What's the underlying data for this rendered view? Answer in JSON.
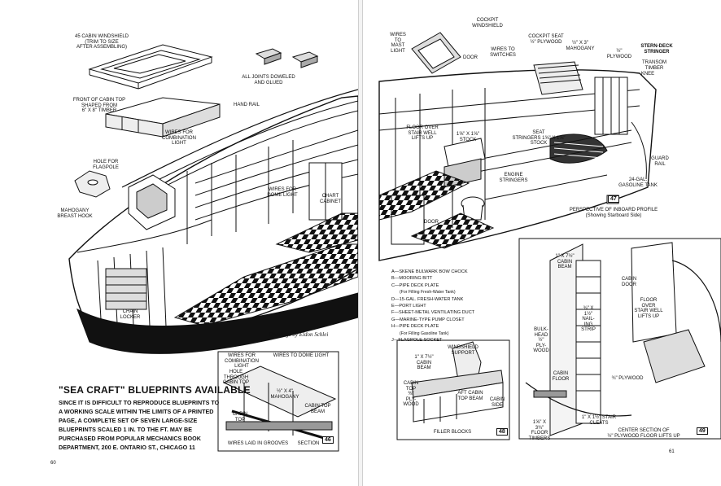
{
  "left_page": {
    "page_number": "60",
    "labels": {
      "cabin_windshield": "45 CABIN WINDSHIELD\n(TRIM TO SIZE\nAFTER ASSEMBLING)",
      "joints": "ALL JOINTS DOWELED\nAND GLUED",
      "front_of_cabin_top": "FRONT OF CABIN TOP\nSHAPED FROM\n6\" X 8\" TIMBER",
      "hand_rail": "HAND RAIL",
      "wires_combination": "WIRES FOR\nCOMBINATION\nLIGHT",
      "hole_flagpole": "HOLE FOR\nFLAGPOLE",
      "wires_dome": "WIRES FOR\nDOME LIGHT",
      "chart_cabinet": "CHART\nCABINET",
      "mahogany_breast_hook": "MAHOGANY\nBREAST HOOK",
      "chain_locker": "CHAIN\nLOCKER"
    },
    "drawings_credit": "Drawings by Eldon Schlei",
    "inset": {
      "labels": {
        "wires_for_combination": "WIRES FOR\nCOMBINATION\nLIGHT",
        "wires_to_dome": "WIRES TO DOME LIGHT",
        "hole_through": "HOLE\nTHROUGH\nCABIN TOP",
        "mahogany": "½\" X 4\"\nMAHOGANY",
        "cabin_top_beam": "CABIN TOP\nBEAM",
        "cabin_top": "CABIN\nTOP",
        "wires_laid": "WIRES LAID IN GROOVES",
        "section": "SECTION"
      },
      "figure_number": "46"
    },
    "blueprints": {
      "title": "\"SEA CRAFT\" BLUEPRINTS AVAILABLE",
      "body": "SINCE IT IS DIFFICULT TO REPRODUCE BLUEPRINTS TO A WORKING SCALE WITHIN THE LIMITS OF A PRINTED PAGE, A COMPLETE SET OF SEVEN LARGE-SIZE BLUEPRINTS SCALED 1 IN. TO THE FT. MAY BE PURCHASED FROM POPULAR MECHANICS BOOK DEPARTMENT, 200 E. ONTARIO ST., CHICAGO 11"
    }
  },
  "right_page": {
    "page_number": "61",
    "labels": {
      "cockpit_windshield": "COCKPIT\nWINDSHIELD",
      "wires_to_mast": "WIRES\nTO\nMAST\nLIGHT",
      "wires_to_switches": "WIRES TO\nSWITCHES",
      "door": "DOOR",
      "cockpit_seat": "COCKPIT SEAT\n½\" PLYWOOD",
      "mahogany": "½\" X 3\"\nMAHOGANY",
      "plywood": "½\"\nPLYWOOD",
      "stern_deck": "STERN-DECK\nSTRINGER",
      "transom_timber": "TRANSOM\nTIMBER",
      "knee": "KNEE",
      "floor_over_stair": "FLOOR OVER\nSTAIR WELL\nLIFTS UP",
      "stock": "1⅝\" X 1⅝\"\nSTOCK",
      "seat_stringers": "SEAT\nSTRINGERS 1⅝\" X 1⅝\" STOCK",
      "guard_rail": "GUARD\nRAIL",
      "engine_stringers": "ENGINE\nSTRINGERS",
      "gasoline_tank": "24-GAL.\nGASOLINE TANK",
      "door_lower": "DOOR",
      "perspective": "PERSPECTIVE OF INBOARD PROFILE\n(Showing Starboard Side)"
    },
    "figure_47": "47",
    "legend": [
      "A—SKENE BULWARK BOW CHOCK",
      "B—MOORING BITT",
      "C—PIPE DECK PLATE",
      "(For Filling Fresh-Water Tank)",
      "D—15-GAL. FRESH-WATER TANK",
      "E—PORT LIGHT",
      "F—SHEET-METAL VENTILATING DUCT",
      "G—MARINE-TYPE PUMP CLOSET",
      "H—PIPE DECK PLATE",
      "(For Filling Gasoline Tank)",
      "J—FLAGPOLE SOCKET"
    ],
    "windshield_inset": {
      "labels": {
        "windshield_support": "WINDSHIELD\nSUPPORT",
        "cabin_beam": "1\" X 7½\"\nCABIN\nBEAM",
        "cabin_top_ply": "CABIN TOP\n⅜\"\nPLY-\nWOOD",
        "aft_cabin_top_beam": "AFT CABIN\nTOP BEAM",
        "cabin_side": "CABIN\nSIDE",
        "filler_blocks": "FILLER BLOCKS"
      },
      "figure_number": "48"
    },
    "cabin_inset": {
      "labels": {
        "cabin_beam": "1\" X 7½\"\nCABIN\nBEAM",
        "cabin_door": "CABIN\nDOOR",
        "floor_over_stair": "FLOOR\nOVER\nSTAIR WELL\nLIFTS UP",
        "bulkhead": "BULK-\nHEAD\n½\"\nPLY-\nWOOD",
        "nailing_strip": "¾\" X\n1½\"\nNAIL-\nING\nSTRIP",
        "plywood": "¾\" PLYWOOD",
        "cabin_floor": "CABIN\nFLOOR",
        "stair_cleats": "1\" X 1½\" STAIR\nCLEATS",
        "floor_timbers": "1⅝\" X\n3¾\"\nFLOOR TIMBERS",
        "center_section": "CENTER SECTION OF\n½\" PLYWOOD FLOOR LIFTS UP"
      },
      "figure_number": "49"
    }
  }
}
